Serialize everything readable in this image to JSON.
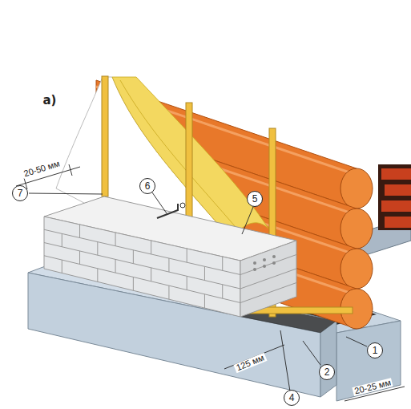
{
  "diagram": {
    "labels": [
      "а)",
      "20-50 мм",
      "7",
      "6",
      "5",
      "125 мм",
      "1",
      "2",
      "4",
      "20-25 мм"
    ]
  }
}
